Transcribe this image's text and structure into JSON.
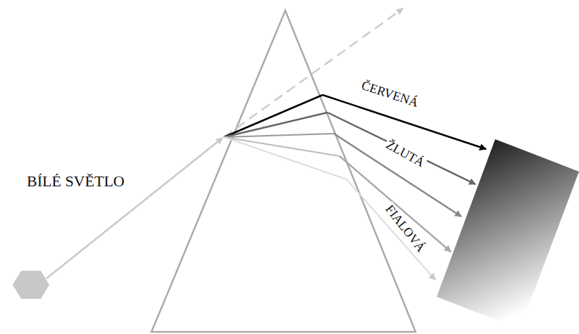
{
  "diagram": {
    "labels": [
      "BÍLÉ SVĚTLO",
      "ČERVENÁ",
      "ŽLUTÁ",
      "FIALOVÁ"
    ]
  }
}
